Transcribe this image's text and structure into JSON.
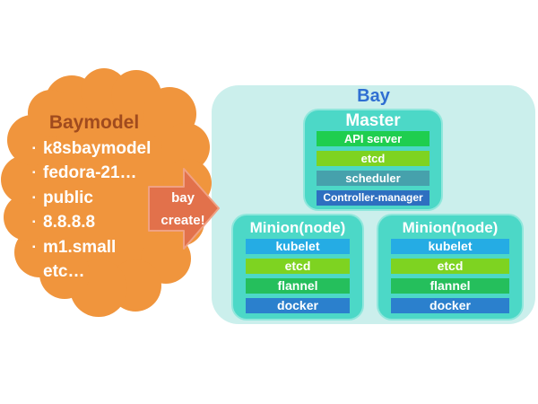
{
  "baymodel_cloud": {
    "title": "Baymodel",
    "items": [
      {
        "bullet": "▪",
        "text": "k8sbaymodel"
      },
      {
        "bullet": "▪",
        "text": "fedora-21…"
      },
      {
        "bullet": "▪",
        "text": "public"
      },
      {
        "bullet": "▪",
        "text": "8.8.8.8"
      },
      {
        "bullet": "▪",
        "text": "m1.small"
      },
      {
        "bullet": "",
        "text": "etc…"
      }
    ],
    "colors": {
      "fill": "#F0953D",
      "title_text": "#A04B1E",
      "item_text": "#FFFFFF"
    }
  },
  "arrow": {
    "label_line1": "bay",
    "label_line2": "create!",
    "colors": {
      "fill": "#E2714B",
      "border": "#F0A183",
      "text": "#FFFFFF"
    }
  },
  "bay": {
    "title": "Bay",
    "colors": {
      "container_fill": "#CBEFEC",
      "title_text": "#2F6FD2",
      "node_fill": "#4CD8C7",
      "node_title_text": "#FFFFFF"
    },
    "master": {
      "title": "Master",
      "components": [
        {
          "label": "API server",
          "color": "#1FCE4F"
        },
        {
          "label": "etcd",
          "color": "#7ED321"
        },
        {
          "label": "scheduler",
          "color": "#46A1AC"
        },
        {
          "label": "Controller-manager",
          "color": "#2E6FC0"
        }
      ]
    },
    "minions": [
      {
        "title": "Minion(node)",
        "components": [
          {
            "label": "kubelet",
            "color": "#25ACE4"
          },
          {
            "label": "etcd",
            "color": "#7ED321"
          },
          {
            "label": "flannel",
            "color": "#25BF5C"
          },
          {
            "label": "docker",
            "color": "#2B80CD"
          }
        ]
      },
      {
        "title": "Minion(node)",
        "components": [
          {
            "label": "kubelet",
            "color": "#25ACE4"
          },
          {
            "label": "etcd",
            "color": "#7ED321"
          },
          {
            "label": "flannel",
            "color": "#25BF5C"
          },
          {
            "label": "docker",
            "color": "#2B80CD"
          }
        ]
      }
    ]
  }
}
